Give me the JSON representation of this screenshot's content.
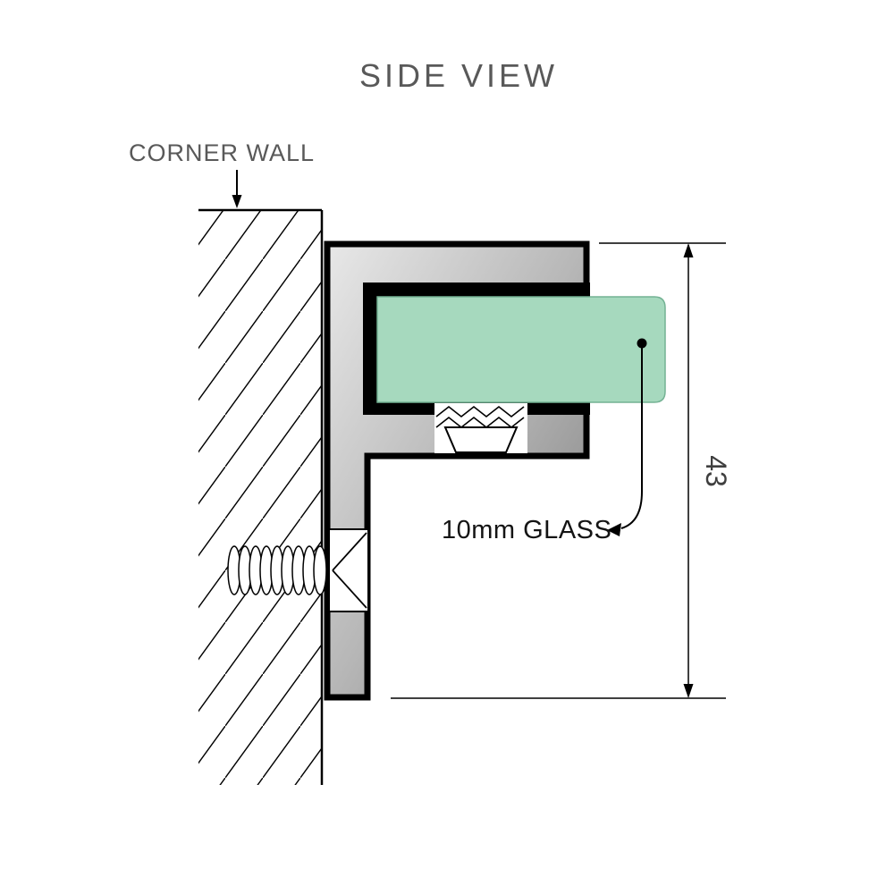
{
  "diagram": {
    "title": "SIDE VIEW",
    "wall_label": "CORNER WALL",
    "glass_label": "10mm GLASS",
    "dimension": {
      "value": "43"
    },
    "colors": {
      "glass_fill": "#a6d9be",
      "glass_edge": "#74b294",
      "metal_light": "#e8e8e8",
      "metal_mid": "#b7b7b7",
      "metal_dark": "#7a7a7a",
      "outline": "#000000",
      "label_gray": "#595959",
      "label_dark": "#141414",
      "dim_gray": "#3f3f3f"
    }
  }
}
